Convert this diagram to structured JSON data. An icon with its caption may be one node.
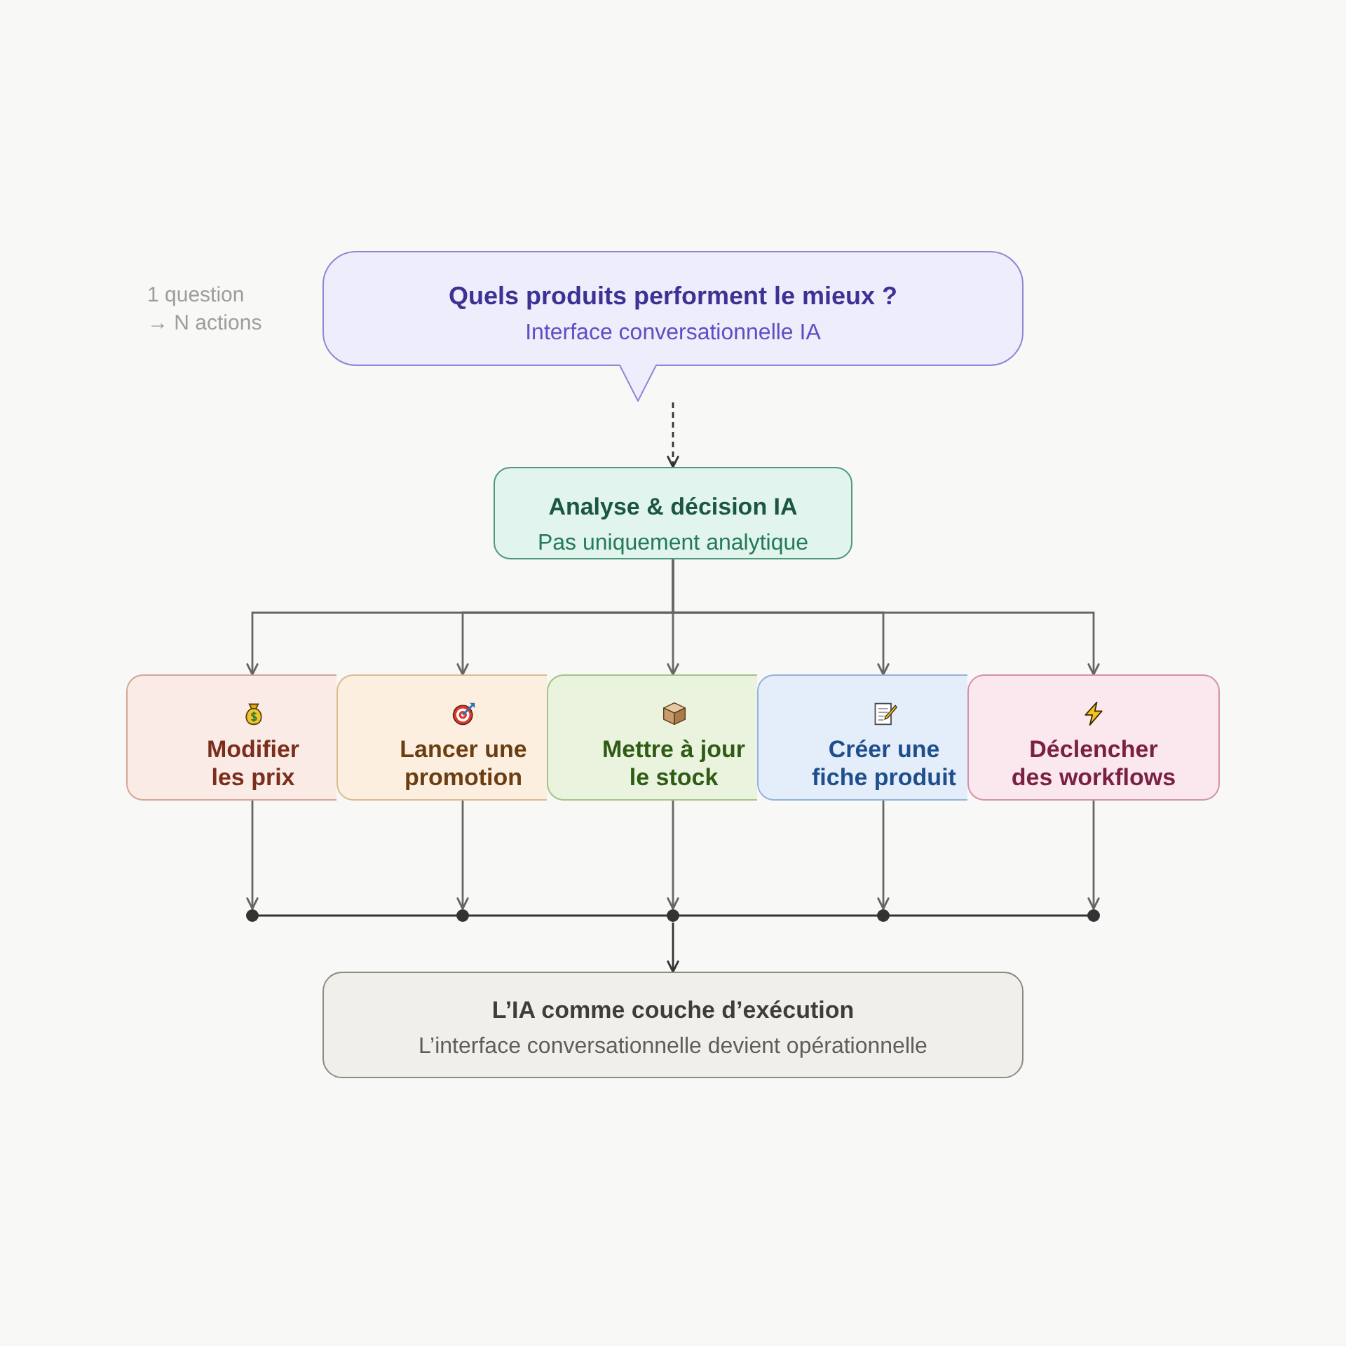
{
  "diagram": {
    "nodes": [
      {
        "text": [
          "Quels produits performent le mieux ?",
          "Interface conversationnelle IA"
        ]
      },
      {
        "text": [
          "Analyse & décision IA",
          "Pas uniquement analytique"
        ]
      },
      {
        "text": [
          "Modifier les prix"
        ]
      },
      {
        "text": [
          "Lancer une promotion"
        ]
      },
      {
        "text": [
          "Mettre à jour le stock"
        ]
      },
      {
        "text": [
          "Créer une fiche produit"
        ]
      },
      {
        "text": [
          "Déclencher des workflows"
        ]
      },
      {
        "text": [],
        "shape": "bar"
      },
      {
        "text": [
          "L’IA comme couche d’exécution",
          "L’interface conversationnelle devient opérationnelle"
        ]
      }
    ],
    "edges": [
      {
        "from": 0,
        "to": 1,
        "arrow": "to",
        "style": "dashed",
        "color": "#333333"
      },
      {
        "from": 1,
        "to": 2,
        "arrow": "to"
      },
      {
        "from": 1,
        "to": 3,
        "arrow": "to"
      },
      {
        "from": 1,
        "to": 4,
        "arrow": "to"
      },
      {
        "from": 1,
        "to": 5,
        "arrow": "to"
      },
      {
        "from": 1,
        "to": 6,
        "arrow": "to"
      },
      {
        "from": 2,
        "to": 7,
        "arrow": "to"
      },
      {
        "from": 3,
        "to": 7,
        "arrow": "to"
      },
      {
        "from": 4,
        "to": 7,
        "arrow": "to"
      },
      {
        "from": 5,
        "to": 7,
        "arrow": "to"
      },
      {
        "from": 6,
        "to": 7,
        "arrow": "to"
      },
      {
        "from": 7,
        "to": 8,
        "arrow": "to",
        "color": "#333333"
      }
    ],
    "labels": [
      "1 question",
      "→ N actions"
    ]
  }
}
